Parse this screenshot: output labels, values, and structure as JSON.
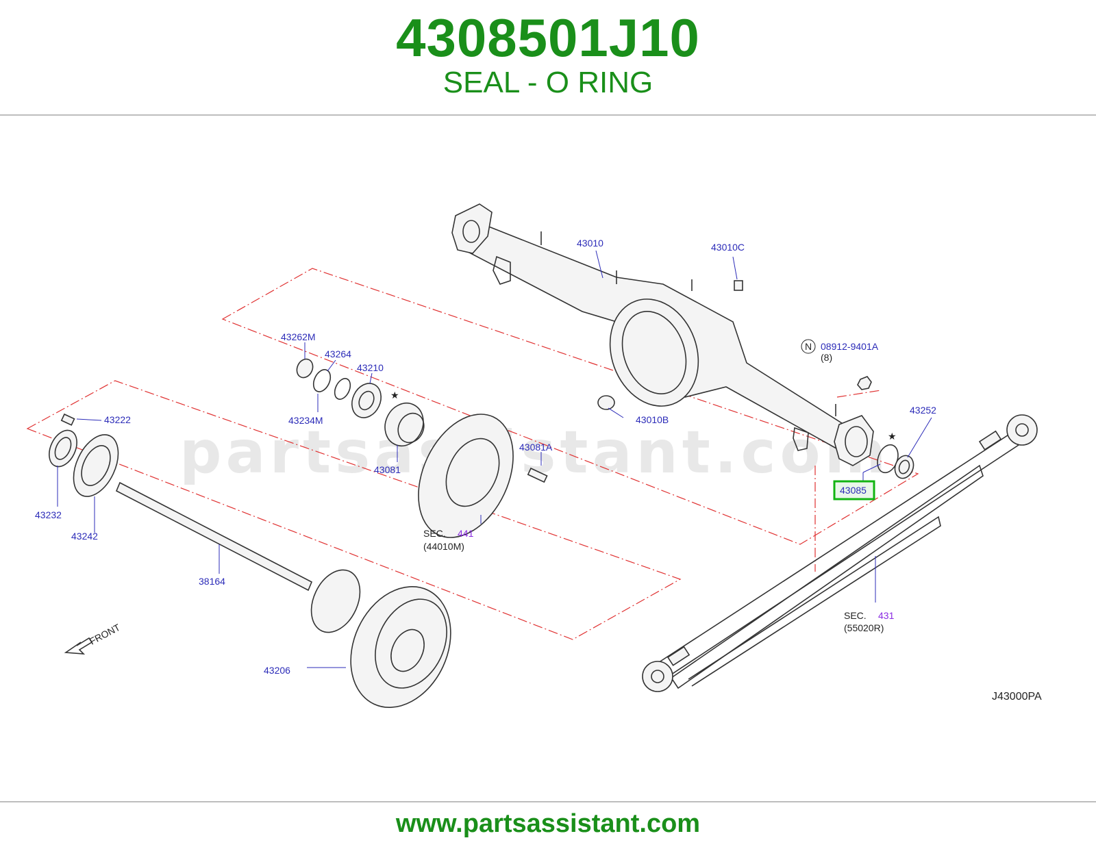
{
  "header": {
    "part_number": "4308501J10",
    "part_name": "SEAL - O RING"
  },
  "footer": {
    "url": "www.partsassistant.com"
  },
  "diagram": {
    "watermark": "partsassistant.com",
    "figure_code": "J43000PA",
    "front_label": "FRONT",
    "highlighted_part": "43085",
    "labels": {
      "p43010": "43010",
      "p43010C": "43010C",
      "p08912": "08912-9401A",
      "p08912_qty": "(8)",
      "n_symbol": "N",
      "p43010B": "43010B",
      "p43252": "43252",
      "p43085": "43085",
      "p43262M": "43262M",
      "p43264": "43264",
      "p43210": "43210",
      "p43234M": "43234M",
      "p43081": "43081",
      "p43081A": "43081A",
      "p43222": "43222",
      "p43232": "43232",
      "p43242": "43242",
      "p38164": "38164",
      "p43206": "43206",
      "sec441_prefix": "SEC.",
      "sec441_num": "441",
      "sec441_ref": "(44010M)",
      "sec431_prefix": "SEC.",
      "sec431_num": "431",
      "sec431_ref": "(55020R)",
      "star": "★"
    }
  }
}
